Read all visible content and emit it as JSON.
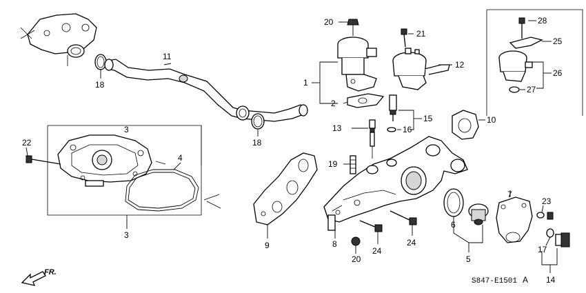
{
  "diagram": {
    "callouts": [
      {
        "id": "c20a",
        "text": "20"
      },
      {
        "id": "c21",
        "text": "21"
      },
      {
        "id": "c28",
        "text": "28"
      },
      {
        "id": "c25",
        "text": "25"
      },
      {
        "id": "c26",
        "text": "26"
      },
      {
        "id": "c27",
        "text": "27"
      },
      {
        "id": "c11",
        "text": "11"
      },
      {
        "id": "c12",
        "text": "12"
      },
      {
        "id": "c1",
        "text": "1"
      },
      {
        "id": "c18a",
        "text": "18"
      },
      {
        "id": "c2",
        "text": "2"
      },
      {
        "id": "c15",
        "text": "15"
      },
      {
        "id": "c10",
        "text": "10"
      },
      {
        "id": "c13",
        "text": "13"
      },
      {
        "id": "c16",
        "text": "16"
      },
      {
        "id": "c18b",
        "text": "18"
      },
      {
        "id": "c22",
        "text": "22"
      },
      {
        "id": "c3a",
        "text": "3"
      },
      {
        "id": "c4",
        "text": "4"
      },
      {
        "id": "c19",
        "text": "19"
      },
      {
        "id": "c7",
        "text": "7"
      },
      {
        "id": "c23",
        "text": "23"
      },
      {
        "id": "c3b",
        "text": "3"
      },
      {
        "id": "c6",
        "text": "6"
      },
      {
        "id": "c9",
        "text": "9"
      },
      {
        "id": "c8",
        "text": "8"
      },
      {
        "id": "c24a",
        "text": "24"
      },
      {
        "id": "c24b",
        "text": "24"
      },
      {
        "id": "c17",
        "text": "17"
      },
      {
        "id": "c20b",
        "text": "20"
      },
      {
        "id": "c5",
        "text": "5"
      },
      {
        "id": "c14",
        "text": "14"
      }
    ],
    "direction_label": "FR.",
    "diagram_code": "S847-E1501",
    "diagram_code_suffix": "A",
    "colors": {
      "line": "#000000",
      "background": "#ffffff",
      "shade": "#d6d6d6"
    }
  }
}
